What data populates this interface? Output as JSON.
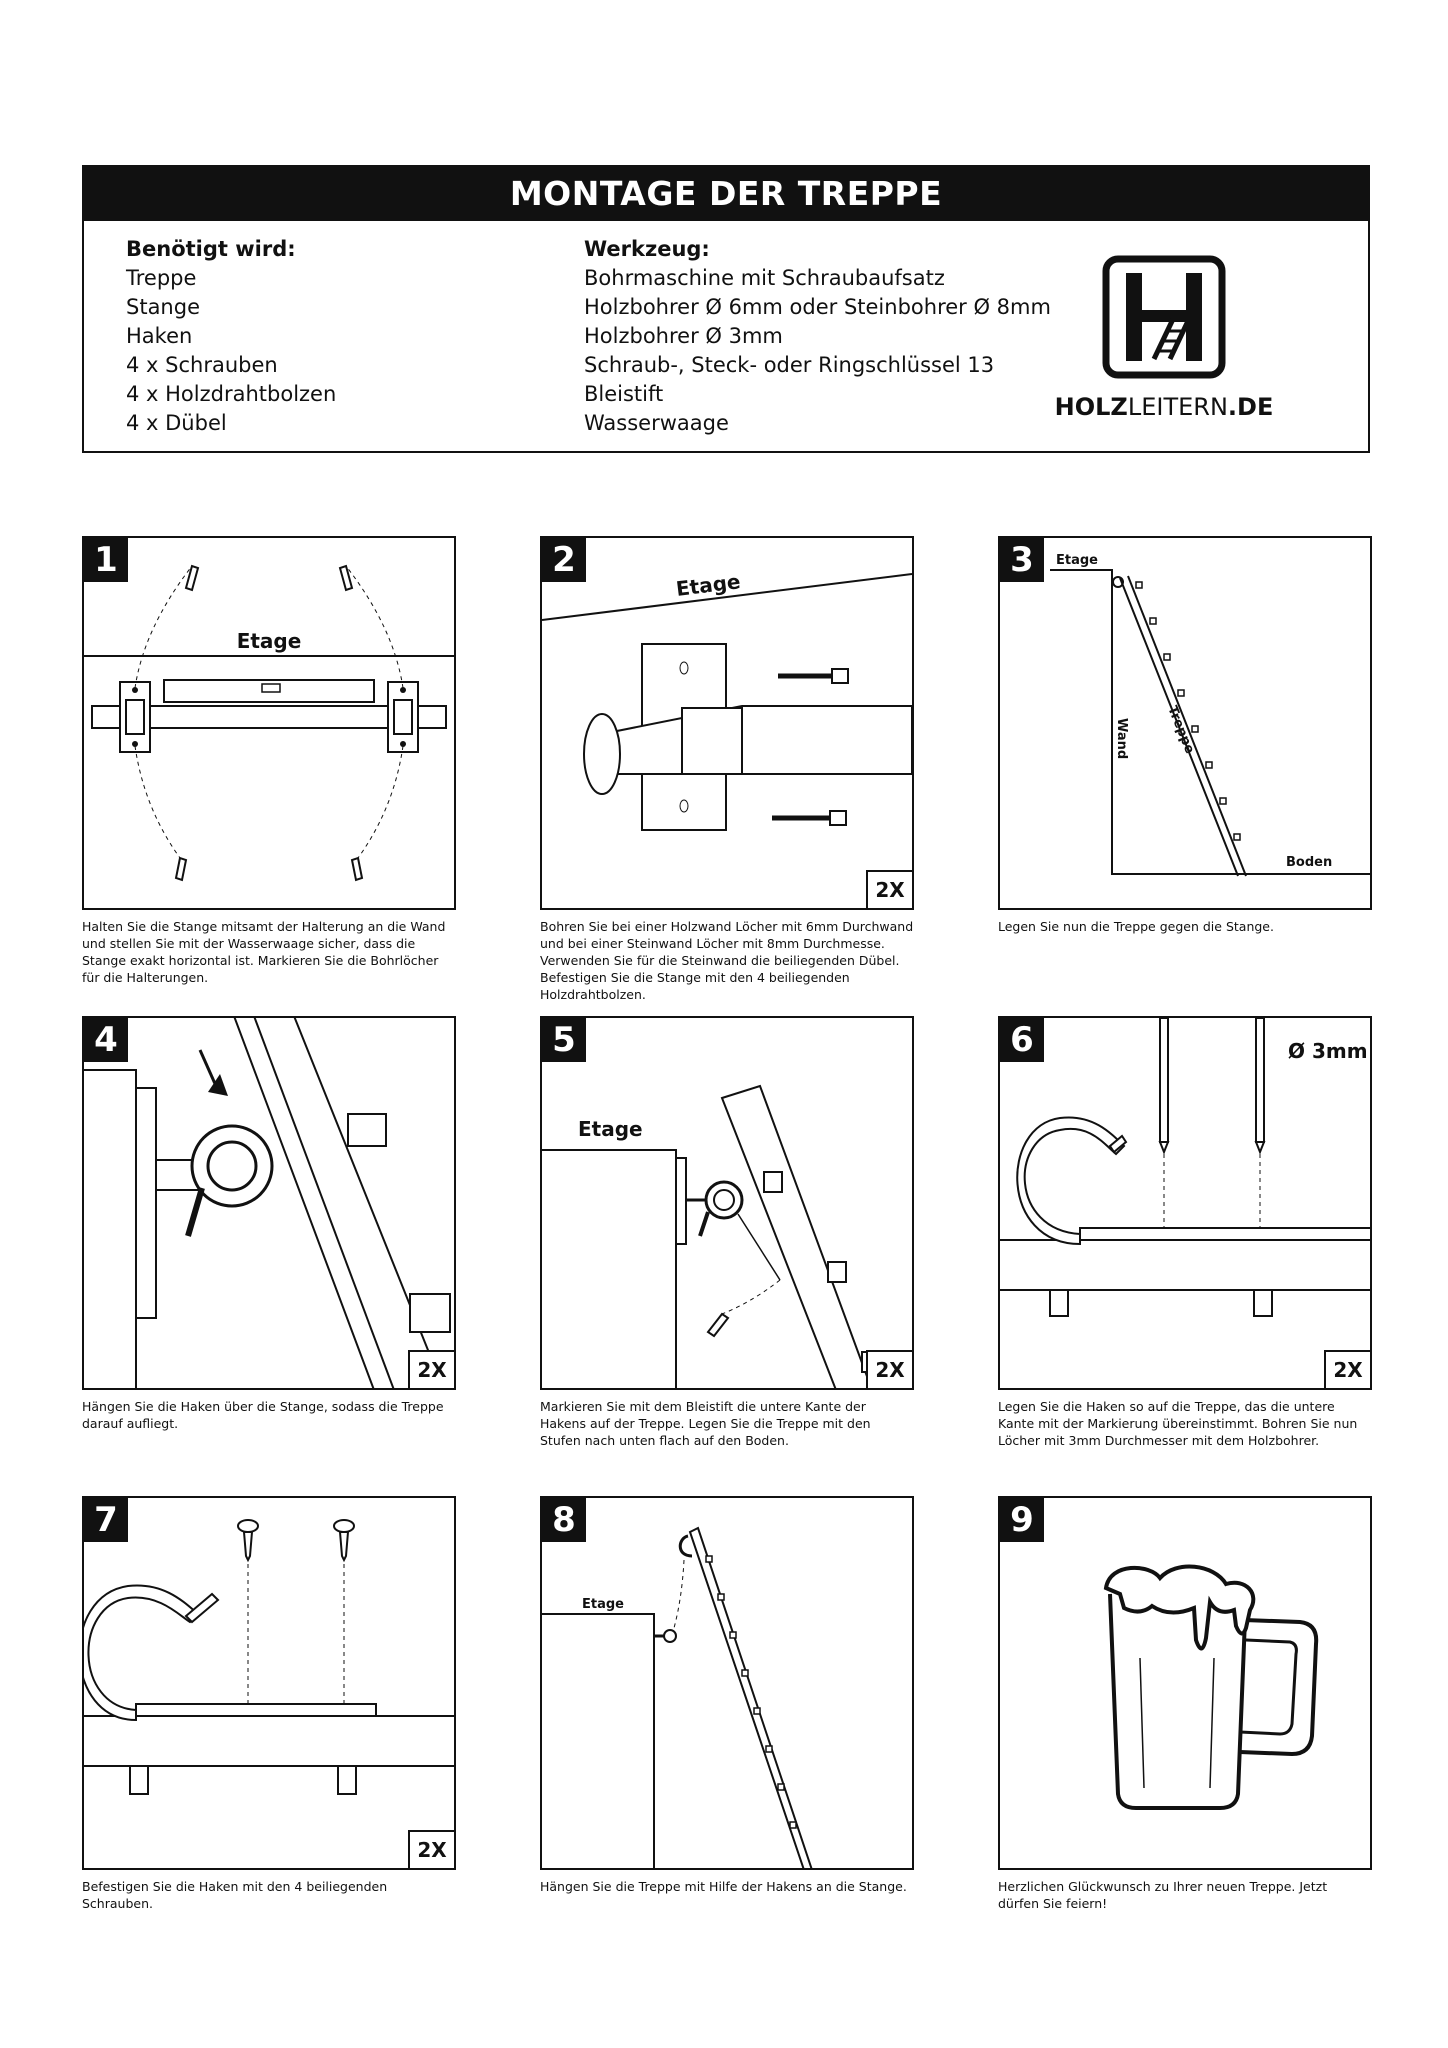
{
  "header": {
    "title": "MONTAGE DER TREPPE",
    "needed_title": "Benötigt wird:",
    "needed": [
      "Treppe",
      "Stange",
      "Haken",
      "4 x Schrauben",
      "4 x Holzdrahtbolzen",
      "4 x Dübel"
    ],
    "tools_title": "Werkzeug:",
    "tools": [
      "Bohrmaschine mit Schraubaufsatz",
      "Holzbohrer Ø 6mm oder Steinbohrer Ø 8mm",
      "Holzbohrer Ø 3mm",
      "Schraub-, Steck- oder Ringschlüssel 13",
      "Bleistift",
      "Wasserwaage"
    ],
    "logo_bold": "HOLZ",
    "logo_rest": "LEITERN",
    "logo_tld": ".DE"
  },
  "steps": [
    {
      "num": "1",
      "mult": "",
      "caption": "Halten Sie die Stange mitsamt der Halterung an die Wand und stellen Sie mit der Wasserwaage sicher, dass die Stange exakt horizontal ist. Markieren Sie die Bohrlöcher für die Halterungen.",
      "labels": {
        "etage": "Etage"
      }
    },
    {
      "num": "2",
      "mult": "2X",
      "caption": "Bohren Sie bei einer Holzwand Löcher mit 6mm Durchwand und bei einer Steinwand Löcher mit 8mm Durchmesse. Verwenden Sie für die Steinwand die beiliegenden Dübel. Befestigen Sie die Stange mit den 4 beiliegenden Holzdrahtbolzen.",
      "labels": {
        "etage": "Etage"
      }
    },
    {
      "num": "3",
      "mult": "",
      "caption": "Legen Sie nun die Treppe gegen die Stange.",
      "labels": {
        "etage": "Etage",
        "wand": "Wand",
        "treppe": "Treppe",
        "boden": "Boden"
      }
    },
    {
      "num": "4",
      "mult": "2X",
      "caption": "Hängen Sie die Haken über die Stange, sodass die Treppe darauf aufliegt.",
      "labels": {}
    },
    {
      "num": "5",
      "mult": "2X",
      "caption": "Markieren Sie mit dem Bleistift die untere Kante der Hakens auf der Treppe. Legen Sie die Treppe mit den Stufen nach unten flach auf den Boden.",
      "labels": {
        "etage": "Etage"
      }
    },
    {
      "num": "6",
      "mult": "2X",
      "caption": "Legen Sie die Haken so auf die Treppe, das die untere Kante mit der Markierung übereinstimmt. Bohren Sie nun Löcher mit 3mm Durchmesser mit dem Holzbohrer.",
      "labels": {
        "size": "Ø 3mm"
      }
    },
    {
      "num": "7",
      "mult": "2X",
      "caption": "Befestigen Sie die Haken mit den 4 beiliegenden Schrauben.",
      "labels": {}
    },
    {
      "num": "8",
      "mult": "",
      "caption": "Hängen Sie die Treppe mit Hilfe der Hakens an die Stange.",
      "labels": {
        "etage": "Etage"
      }
    },
    {
      "num": "9",
      "mult": "",
      "caption": "Herzlichen Glückwunsch zu Ihrer neuen Treppe. Jetzt dürfen Sie feiern!",
      "labels": {}
    }
  ]
}
